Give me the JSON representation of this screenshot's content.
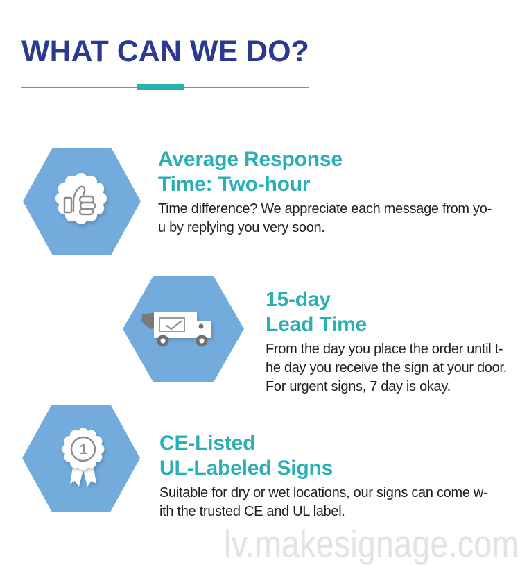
{
  "header": {
    "title": "WHAT CAN WE DO?",
    "title_color": "#2b3a8f",
    "divider_color": "#2ab4b8",
    "divider_accent_color": "#26b2ae"
  },
  "sections": [
    {
      "id": "average-response-time",
      "icon": "thumbs-up-badge-icon",
      "heading_line1": "Average Response",
      "heading_line2": "Time: Two-hour",
      "body_lines": [
        "Time difference? We appreciate each message from yo-",
        "u by replying you very soon."
      ]
    },
    {
      "id": "lead-time",
      "icon": "delivery-truck-icon",
      "heading_line1": "15-day",
      "heading_line2": "Lead Time",
      "body_lines": [
        "From the day you place the order until t-",
        "he day you receive the sign at your door.",
        "For urgent signs, 7 day is okay."
      ]
    },
    {
      "id": "certifications",
      "icon": "award-medal-icon",
      "medal_number": "1",
      "heading_line1": "CE-Listed",
      "heading_line2": "UL-Labeled Signs",
      "body_lines": [
        "Suitable for dry or wet locations, our signs can come w-",
        "ith the trusted CE and UL label."
      ]
    }
  ],
  "watermark": {
    "text": "lv.makesignage.com",
    "color": "#e3e3e3"
  },
  "colors": {
    "heading_teal": "#29afb4",
    "hexagon_blue": "#72abdc",
    "body_text": "#1f1f1f",
    "icon_gray": "#8b8b8b",
    "icon_dark_gray": "#707070"
  }
}
